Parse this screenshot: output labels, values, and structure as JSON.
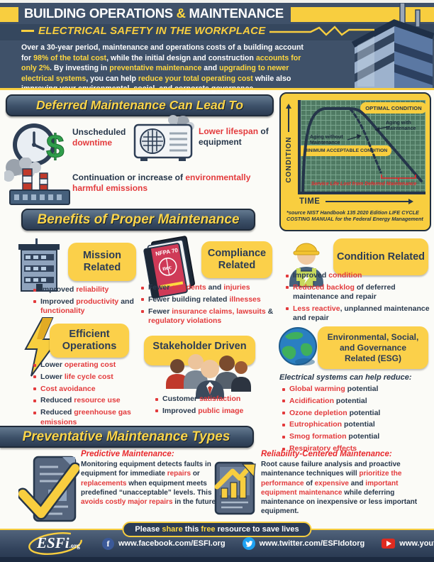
{
  "colors": {
    "navy": "#3f5169",
    "dark_navy": "#26364a",
    "yellow": "#f8ce3f",
    "red": "#e33a3c",
    "chart_green": "#4f7a63",
    "white": "#ffffff"
  },
  "header": {
    "title_segments": [
      {
        "t": "BUILDING OPERATIONS "
      },
      {
        "t": "&",
        "c": "yellow"
      },
      {
        "t": " MAINTENANCE"
      }
    ],
    "subtitle": "ELECTRICAL SAFETY IN THE WORKPLACE",
    "intro_segments": [
      {
        "t": "Over a 30-year period, maintenance and operations costs of a building account for "
      },
      {
        "t": "98% of the total cost",
        "c": "yellow"
      },
      {
        "t": ", while the initial design and construction "
      },
      {
        "t": "accounts for only 2%",
        "c": "yellow"
      },
      {
        "t": ". By investing in "
      },
      {
        "t": "preventative maintenance",
        "c": "yellow"
      },
      {
        "t": " and "
      },
      {
        "t": "upgrading to newer electrical systems",
        "c": "yellow"
      },
      {
        "t": ", you can help "
      },
      {
        "t": "reduce your total operating cost",
        "c": "yellow"
      },
      {
        "t": " while also improving your environmental, social, and corporate governance."
      }
    ]
  },
  "deferred": {
    "heading": "Deferred Maintenance Can Lead To",
    "downtime": [
      {
        "t": "Unscheduled "
      },
      {
        "t": "downtime",
        "c": "red"
      }
    ],
    "lifespan": [
      {
        "t": "Lower lifespan",
        "c": "red"
      },
      {
        "t": " of equipment"
      }
    ],
    "emissions": [
      {
        "t": "Continuation or increase of "
      },
      {
        "t": "environmentally harmful emissions",
        "c": "red"
      }
    ],
    "chart": {
      "optimal_label": "OPTIMAL CONDITION",
      "minimum_label": "MINIMUM ACCEPTABLE CONDITION",
      "aging_with": "Aging with Maintenance",
      "aging_without": "Aging without Maintenance",
      "service_life": "Service Life Lost from Deferred Maintenance",
      "y_axis": "CONDITION",
      "x_axis": "TIME",
      "source": "*source NIST Handbook 135 2020 Edition LIFE CYCLE COSTING MANUAL for the Federal Energy Management"
    }
  },
  "chart_data": {
    "type": "line",
    "xlabel": "TIME",
    "ylabel": "CONDITION",
    "x_range_norm": [
      0,
      1
    ],
    "y_range_norm": [
      0,
      1
    ],
    "grid": true,
    "series": [
      {
        "name": "Aging with Maintenance",
        "style": "solid",
        "x": [
          0,
          0.03,
          0.1,
          0.2,
          0.4,
          0.55,
          0.7,
          0.85,
          1.0
        ],
        "y": [
          0.02,
          0.55,
          0.85,
          0.91,
          0.91,
          0.78,
          0.55,
          0.33,
          0.12
        ]
      },
      {
        "name": "Aging without Maintenance",
        "style": "dashed",
        "x": [
          0.4,
          0.47,
          0.53,
          0.58,
          0.63
        ],
        "y": [
          0.9,
          0.72,
          0.5,
          0.32,
          0.2
        ]
      }
    ],
    "annotations": [
      "OPTIMAL CONDITION",
      "MINIMUM ACCEPTABLE CONDITION",
      "Service Life Lost from Deferred Maintenance"
    ],
    "reference_lines": [
      {
        "label": "MINIMUM ACCEPTABLE CONDITION",
        "y_norm": 0.47
      }
    ]
  },
  "benefits": {
    "heading": "Benefits of Proper Maintenance",
    "mission": {
      "title": "Mission Related",
      "bullets": [
        [
          {
            "t": "Improved "
          },
          {
            "t": "reliability",
            "c": "red"
          }
        ],
        [
          {
            "t": "Improved "
          },
          {
            "t": "productivity",
            "c": "red"
          },
          {
            "t": " and "
          },
          {
            "t": "functionality",
            "c": "red"
          }
        ]
      ]
    },
    "compliance": {
      "title": "Compliance Related",
      "book_line1": "NFPA 70",
      "book_line2": "nec",
      "bullets": [
        [
          {
            "t": "Fewer "
          },
          {
            "t": "accidents",
            "c": "red"
          },
          {
            "t": " and "
          },
          {
            "t": "injuries",
            "c": "red"
          }
        ],
        [
          {
            "t": "Fewer building related "
          },
          {
            "t": "illnesses",
            "c": "red"
          }
        ],
        [
          {
            "t": "Fewer "
          },
          {
            "t": "insurance claims, lawsuits",
            "c": "red"
          },
          {
            "t": " & "
          },
          {
            "t": "regulatory violations",
            "c": "red"
          }
        ]
      ]
    },
    "condition": {
      "title": "Condition Related",
      "bullets": [
        [
          {
            "t": "Improved "
          },
          {
            "t": "condition",
            "c": "red"
          }
        ],
        [
          {
            "t": "Reduced backlog",
            "c": "red"
          },
          {
            "t": " of deferred maintenance and repair"
          }
        ],
        [
          {
            "t": "Less reactive",
            "c": "red"
          },
          {
            "t": ", unplanned maintenance and repair"
          }
        ]
      ]
    },
    "efficient": {
      "title": "Efficient Operations",
      "bullets": [
        [
          {
            "t": "Lower "
          },
          {
            "t": "operating cost",
            "c": "red"
          }
        ],
        [
          {
            "t": "Lower "
          },
          {
            "t": "life cycle cost",
            "c": "red"
          }
        ],
        [
          {
            "t": "Cost avoidance",
            "c": "red"
          }
        ],
        [
          {
            "t": "Reduced "
          },
          {
            "t": "resource use",
            "c": "red"
          }
        ],
        [
          {
            "t": "Reduced "
          },
          {
            "t": "greenhouse gas emissions",
            "c": "red"
          }
        ]
      ]
    },
    "stakeholder": {
      "title": "Stakeholder Driven",
      "bullets": [
        [
          {
            "t": "Customer "
          },
          {
            "t": "satisfaction",
            "c": "red"
          }
        ],
        [
          {
            "t": "Improved "
          },
          {
            "t": "public image",
            "c": "red"
          }
        ]
      ]
    },
    "esg": {
      "title": "Environmental, Social, and Governance Related (ESG)",
      "intro": "Electrical systems can help reduce:",
      "bullets": [
        [
          {
            "t": "Global warming",
            "c": "red"
          },
          {
            "t": " potential"
          }
        ],
        [
          {
            "t": "Acidification",
            "c": "red"
          },
          {
            "t": " potential"
          }
        ],
        [
          {
            "t": "Ozone depletion",
            "c": "red"
          },
          {
            "t": " potential"
          }
        ],
        [
          {
            "t": "Eutrophication",
            "c": "red"
          },
          {
            "t": " potential"
          }
        ],
        [
          {
            "t": "Smog formation",
            "c": "red"
          },
          {
            "t": " potential"
          }
        ],
        [
          {
            "t": "Respiratory effects",
            "c": "red"
          }
        ]
      ]
    }
  },
  "types": {
    "heading": "Preventative Maintenance Types",
    "predictive": {
      "title": "Predictive Maintenance:",
      "body": [
        {
          "t": "Monitoring equipment detects faults in equipment for immediate "
        },
        {
          "t": "repairs",
          "c": "red"
        },
        {
          "t": " or "
        },
        {
          "t": "replacements",
          "c": "red"
        },
        {
          "t": " when equipment meets predefined “unacceptable” levels. This "
        },
        {
          "t": "avoids costly major repairs",
          "c": "red"
        },
        {
          "t": " in the future."
        }
      ]
    },
    "reliability": {
      "title": "Reliability-Centered Maintenance:",
      "body": [
        {
          "t": "Root cause failure analysis and proactive maintenance techniques will "
        },
        {
          "t": "prioritize the performance",
          "c": "red"
        },
        {
          "t": " of "
        },
        {
          "t": "expensive",
          "c": "red"
        },
        {
          "t": " and "
        },
        {
          "t": "important equipment maintenance",
          "c": "red"
        },
        {
          "t": " while deferring maintenance on inexpensive or less important equipment."
        }
      ]
    }
  },
  "footer": {
    "share_segments": [
      {
        "t": "Please "
      },
      {
        "t": "share",
        "c": "yellow"
      },
      {
        "t": " this "
      },
      {
        "t": "free",
        "c": "yellow"
      },
      {
        "t": " resource to save lives"
      }
    ],
    "logo": "ESFi",
    "logo_suffix": ".org",
    "facebook_url": "www.facebook.com/ESFI.org",
    "twitter_url": "www.twitter.com/ESFIdotorg",
    "youtube_url": "www.youtube.com/ESFIdotorg"
  }
}
